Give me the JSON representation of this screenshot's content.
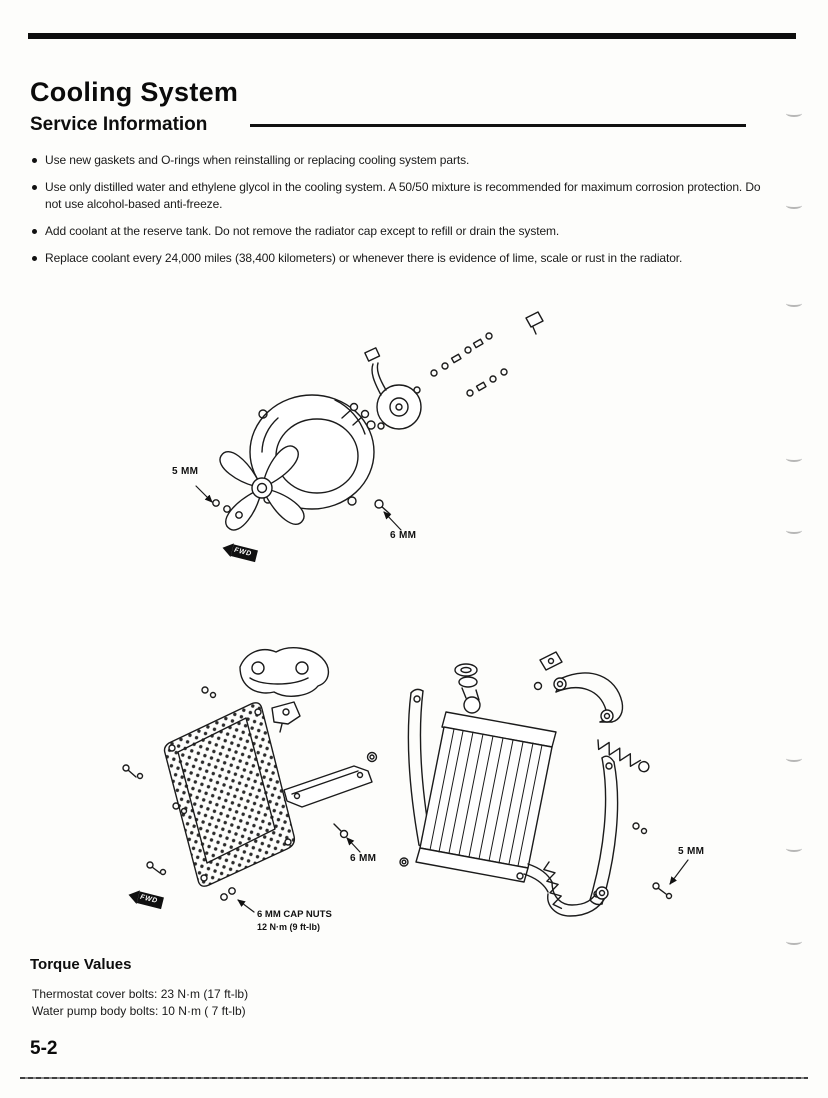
{
  "header": {
    "title": "Cooling System",
    "section": "Service Information"
  },
  "bullets": [
    "Use new gaskets and O-rings when reinstalling or replacing cooling system parts.",
    "Use only distilled water and ethylene glycol in the cooling system. A 50/50 mixture is recommended for maximum corrosion protection. Do not use alcohol-based anti-freeze.",
    "Add coolant at the reserve tank. Do not remove the radiator cap except to refill or drain the system.",
    "Replace coolant every 24,000 miles (38,400 kilometers) or whenever there is evidence of lime, scale or rust in the radiator."
  ],
  "fan_diagram": {
    "bolt_label_5mm": "5 MM",
    "bolt_label_6mm": "6 MM",
    "fwd_label": "FWD"
  },
  "radiator_diagram": {
    "bolt_label_6mm": "6 MM",
    "bolt_label_5mm": "5 MM",
    "cap_nuts_label": "6 MM CAP NUTS",
    "cap_nuts_torque": "12 N·m (9 ft-lb)",
    "fwd_label": "FWD"
  },
  "torque_values": {
    "heading": "Torque Values",
    "lines": [
      "Thermostat cover bolts: 23 N·m (17 ft-lb)",
      "Water pump body bolts: 10 N·m ( 7 ft-lb)"
    ]
  },
  "footer": {
    "page_number": "5-2"
  }
}
